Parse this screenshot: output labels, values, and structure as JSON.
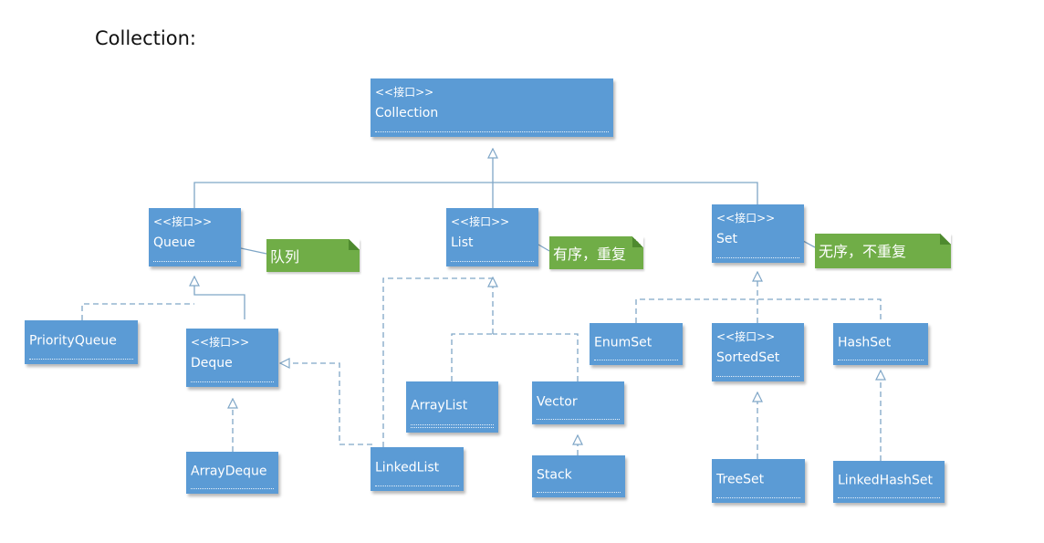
{
  "title": "Collection:",
  "colors": {
    "node": "#5b9bd5",
    "note": "#70ad47",
    "edge": "#7fa6c7"
  },
  "nodes": {
    "collection": {
      "stereotype": "<<接口>>",
      "name": "Collection"
    },
    "queue": {
      "stereotype": "<<接口>>",
      "name": "Queue"
    },
    "list": {
      "stereotype": "<<接口>>",
      "name": "List"
    },
    "set": {
      "stereotype": "<<接口>>",
      "name": "Set"
    },
    "deque": {
      "stereotype": "<<接口>>",
      "name": "Deque"
    },
    "sortedset": {
      "stereotype": "<<接口>>",
      "name": "SortedSet"
    },
    "priorityqueue": {
      "name": "PriorityQueue"
    },
    "arraydeque": {
      "name": "ArrayDeque"
    },
    "linkedlist": {
      "name": "LinkedList"
    },
    "arraylist": {
      "name": "ArrayList"
    },
    "vector": {
      "name": "Vector"
    },
    "stack": {
      "name": "Stack"
    },
    "enumset": {
      "name": "EnumSet"
    },
    "treeset": {
      "name": "TreeSet"
    },
    "hashset": {
      "name": "HashSet"
    },
    "linkedhashset": {
      "name": "LinkedHashSet"
    }
  },
  "notes": {
    "queue": "队列",
    "list": "有序，重复",
    "set": "无序，不重复"
  }
}
